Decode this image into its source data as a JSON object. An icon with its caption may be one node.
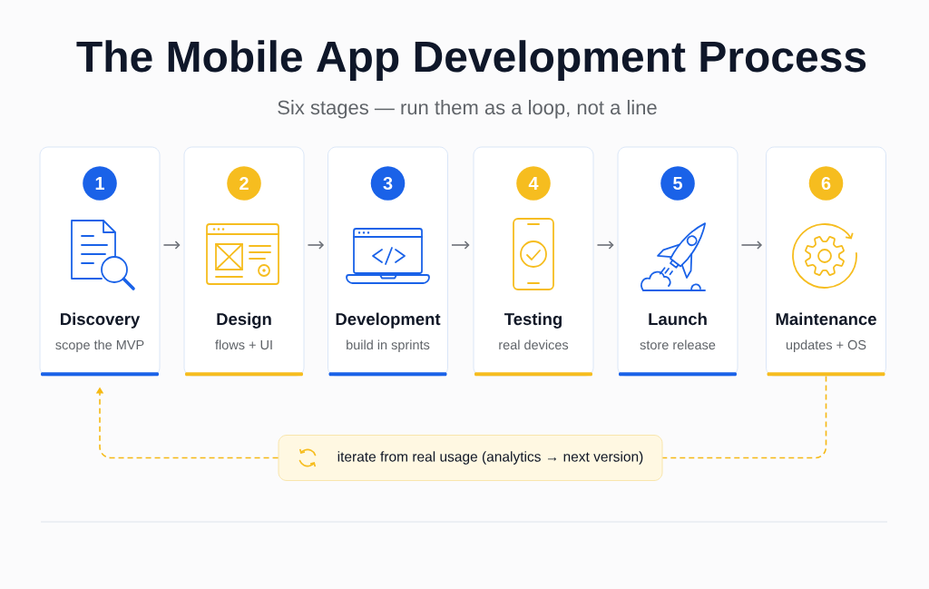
{
  "diagram": {
    "title": "The Mobile App Development Process",
    "nodes": [
      {
        "text": [
          "Discovery",
          "scope the MVP"
        ]
      },
      {
        "text": [
          "1"
        ],
        "in": 0
      },
      {
        "text": [
          "Design",
          "flows + UI"
        ]
      },
      {
        "text": [
          "2"
        ],
        "in": 2
      },
      {
        "text": [
          "Development",
          "build in sprints"
        ]
      },
      {
        "text": [
          "3"
        ],
        "in": 4
      },
      {
        "text": [
          "Testing",
          "real devices"
        ]
      },
      {
        "text": [
          "4"
        ],
        "in": 6
      },
      {
        "text": [
          "Launch",
          "store release"
        ]
      },
      {
        "text": [
          "5"
        ],
        "in": 8
      },
      {
        "text": [
          "Maintenance",
          "updates + OS"
        ]
      },
      {
        "text": [
          "6"
        ],
        "in": 10
      },
      {
        "text": [
          "iterate from real usage (analytics → next version)"
        ]
      }
    ],
    "edges": [
      {
        "from": 0,
        "to": 2,
        "arrow": "to"
      },
      {
        "from": 2,
        "to": 4,
        "arrow": "to"
      },
      {
        "from": 4,
        "to": 6,
        "arrow": "to"
      },
      {
        "from": 6,
        "to": 8,
        "arrow": "to"
      },
      {
        "from": 8,
        "to": 10,
        "arrow": "to"
      },
      {
        "from": 10,
        "to": 12,
        "arrow": "none",
        "style": "dashed",
        "color": "#f5b914"
      },
      {
        "from": 12,
        "to": 0,
        "arrow": "to",
        "style": "dashed",
        "color": "#f5b914"
      }
    ],
    "labels": [
      "Six stages — run them as a loop, not a line"
    ]
  }
}
